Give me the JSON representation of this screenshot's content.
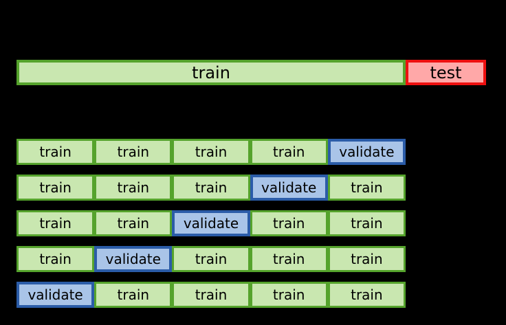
{
  "colors": {
    "background": "#000000",
    "train_fill": "#c9e7b0",
    "train_border": "#55a32c",
    "validate_fill": "#a9c4e8",
    "validate_border": "#2b5ca8",
    "test_fill": "#ffa8a8",
    "test_border": "#ee1010",
    "text": "#000000"
  },
  "top_bar": {
    "train_label": "train",
    "test_label": "test"
  },
  "cv_grid": {
    "train_label": "train",
    "validate_label": "validate",
    "rows": [
      [
        "train",
        "train",
        "train",
        "train",
        "validate"
      ],
      [
        "train",
        "train",
        "train",
        "validate",
        "train"
      ],
      [
        "train",
        "train",
        "validate",
        "train",
        "train"
      ],
      [
        "train",
        "validate",
        "train",
        "train",
        "train"
      ],
      [
        "validate",
        "train",
        "train",
        "train",
        "train"
      ]
    ]
  }
}
